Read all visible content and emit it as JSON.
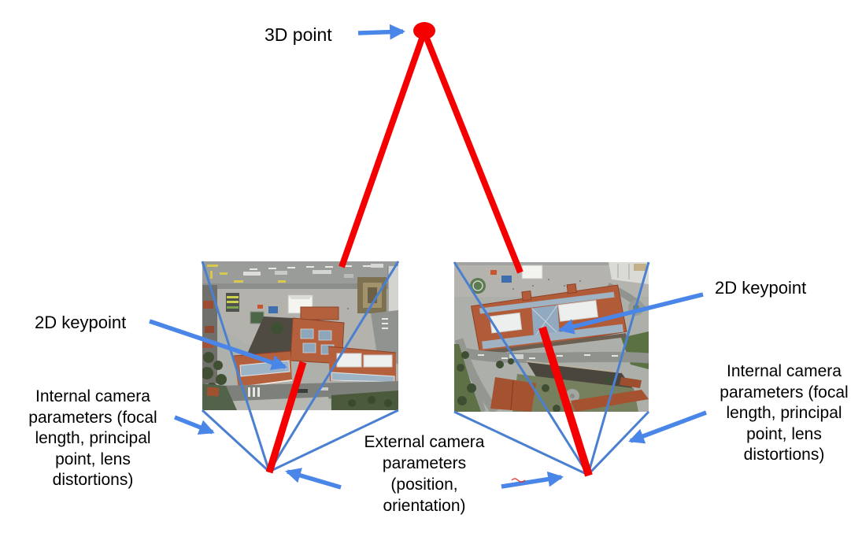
{
  "labels": {
    "point_3d": "3D point",
    "keypoint_left": "2D keypoint",
    "keypoint_right": "2D keypoint",
    "internal_params_left": "Internal camera\nparameters (focal\nlength, principal\npoint, lens\ndistortions)",
    "internal_params_right": "Internal camera\nparameters (focal\nlength, principal\npoint, lens\ndistortions)",
    "external_params": "External camera\nparameters\n(position,\norientation)"
  },
  "images": {
    "left": {
      "alt": "Aerial photo of a city square with a large red-roofed building, camera view 1"
    },
    "right": {
      "alt": "Aerial photo of the same red-roofed building from a second viewpoint, camera view 2"
    }
  },
  "colors": {
    "ray_red": "#f40000",
    "point_red": "#f40000",
    "arrow_blue": "#4a86e8",
    "frustum_blue": "#4a80cf",
    "text": "#000000",
    "background": "#ffffff"
  }
}
